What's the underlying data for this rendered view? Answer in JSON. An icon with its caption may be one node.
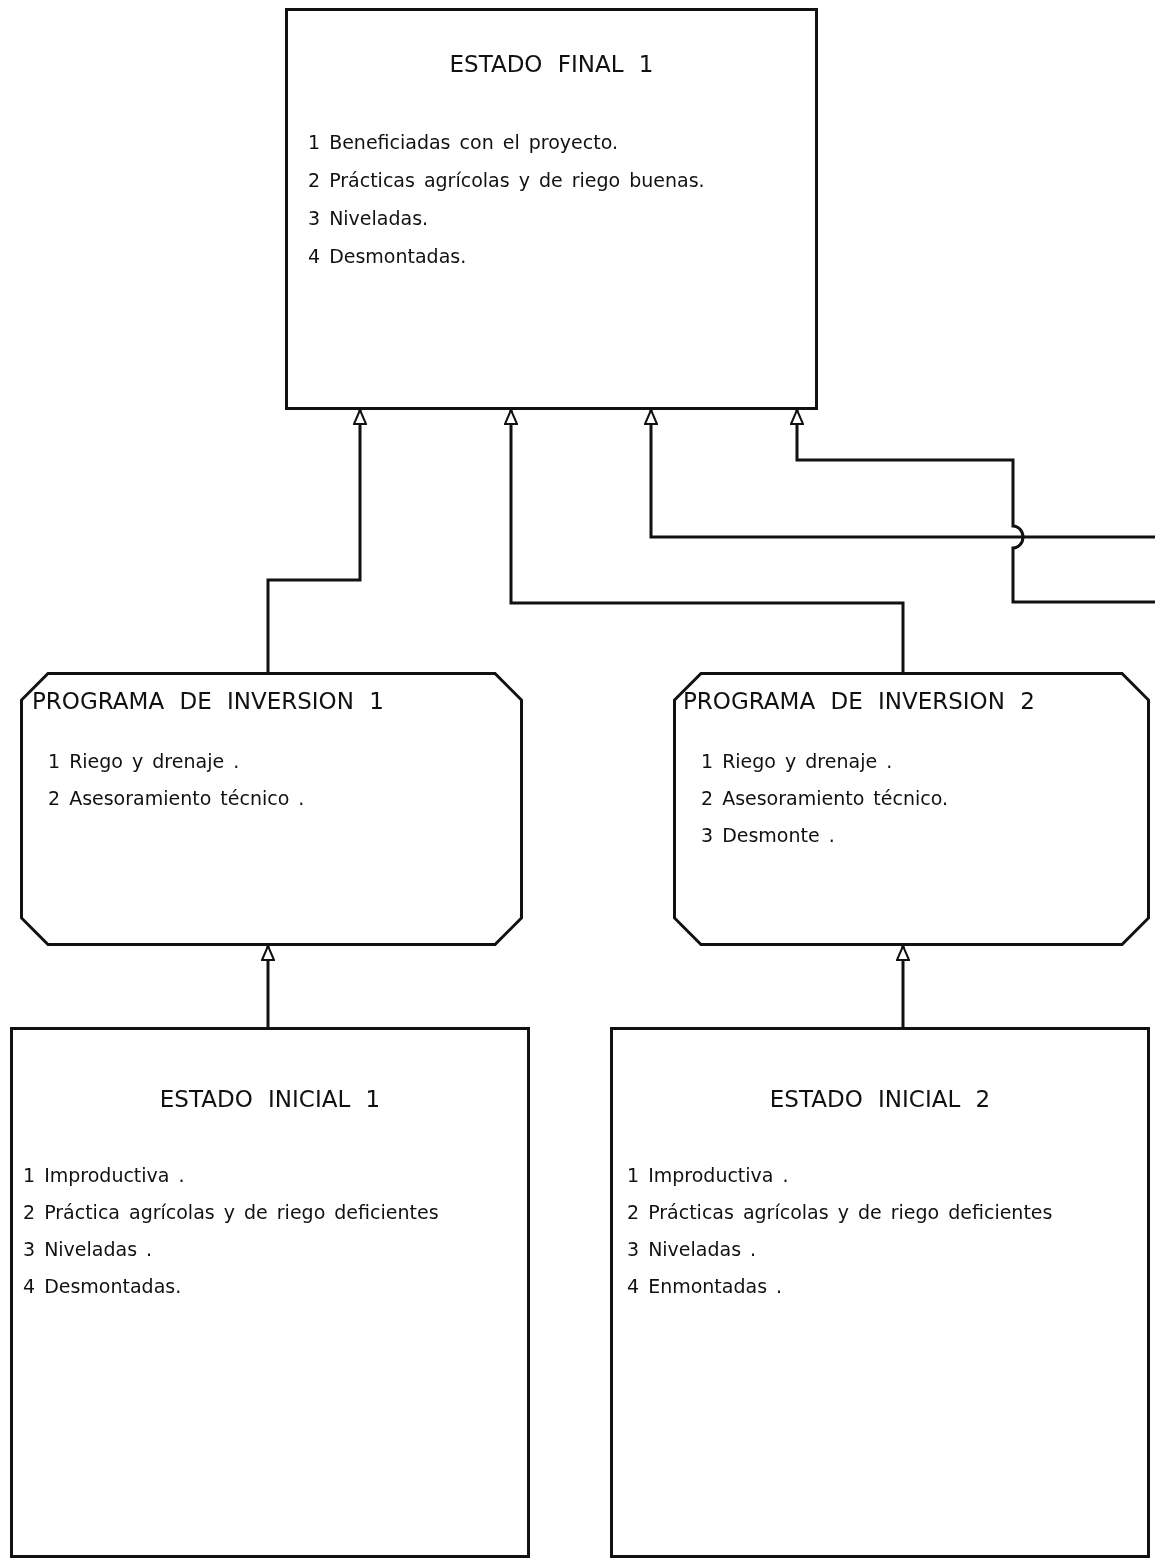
{
  "diagram": {
    "nodes": [
      {
        "text": [
          "ESTADO FINAL 1",
          "1 Beneficiadas con el proyecto.",
          "2 Prácticas agrícolas y de riego buenas.",
          "3 Niveladas.",
          "4 Desmontadas."
        ]
      },
      {
        "text": [
          "PROGRAMA DE INVERSION 1",
          "1 Riego y drenaje .",
          "2 Asesoramiento técnico ."
        ]
      },
      {
        "text": [
          "PROGRAMA DE INVERSION 2",
          "1 Riego y drenaje .",
          "2 Asesoramiento técnico.",
          "3 Desmonte ."
        ]
      },
      {
        "text": [
          "ESTADO INICIAL 1",
          "1 Improductiva .",
          "2 Práctica agrícolas y de riego deficientes",
          "3 Niveladas .",
          "4 Desmontadas."
        ]
      },
      {
        "text": [
          "ESTADO INICIAL 2",
          "1 Improductiva .",
          "2 Prácticas agrícolas y de riego deficientes",
          "3 Niveladas .",
          "4 Enmontadas ."
        ]
      }
    ],
    "edges": [
      {
        "from": 1,
        "to": 0,
        "arrow": "to"
      },
      {
        "from": 2,
        "to": 0,
        "arrow": "to"
      },
      {
        "from": null,
        "to": 0,
        "arrow": "to"
      },
      {
        "from": null,
        "to": 0,
        "arrow": "to"
      },
      {
        "from": 3,
        "to": 1,
        "arrow": "to"
      },
      {
        "from": 4,
        "to": 2,
        "arrow": "to"
      }
    ]
  }
}
